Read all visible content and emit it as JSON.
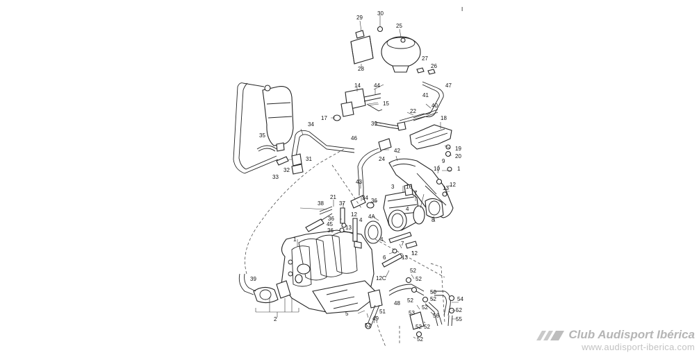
{
  "diagram": {
    "page_mark": "I",
    "callouts": [
      "1",
      "2",
      "3",
      "4",
      "4A",
      "5",
      "6",
      "7",
      "8",
      "9",
      "10",
      "12",
      "12C",
      "13",
      "14",
      "15",
      "16",
      "17",
      "18",
      "19",
      "20",
      "21",
      "22",
      "24",
      "25",
      "26",
      "27",
      "28",
      "29",
      "30",
      "31",
      "32",
      "33",
      "34",
      "35",
      "36",
      "37",
      "38",
      "39",
      "40",
      "41",
      "42",
      "43",
      "44",
      "45",
      "46",
      "47",
      "48",
      "49",
      "50",
      "51",
      "52",
      "53",
      "54",
      "55",
      "56"
    ]
  },
  "watermark": {
    "title": "Club Audisport Ibérica",
    "url": "www.audisport-iberica.com"
  }
}
